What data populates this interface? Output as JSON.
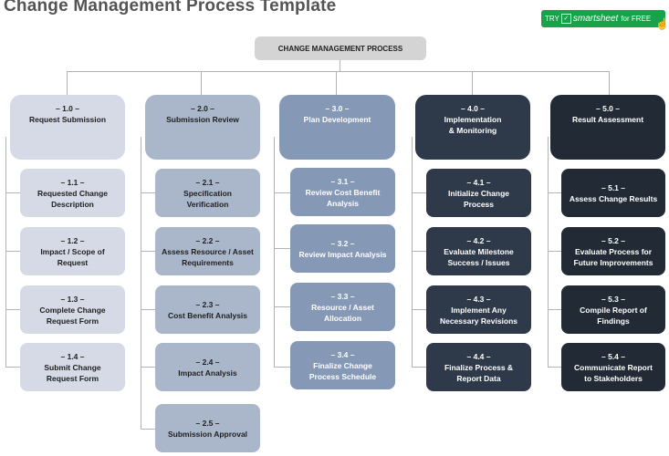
{
  "title": "Change Management Process Template",
  "cta": {
    "try": "TRY",
    "brand": "smartsheet",
    "rest": "for FREE"
  },
  "root": "CHANGE MANAGEMENT PROCESS",
  "columns": [
    {
      "head": {
        "num": "– 1.0 –",
        "label": "Request Submission"
      },
      "items": [
        {
          "num": "– 1.1 –",
          "label": "Requested Change\nDescription"
        },
        {
          "num": "– 1.2 –",
          "label": "Impact / Scope of\nRequest"
        },
        {
          "num": "– 1.3 –",
          "label": "Complete Change\nRequest Form"
        },
        {
          "num": "– 1.4 –",
          "label": "Submit Change\nRequest Form"
        }
      ]
    },
    {
      "head": {
        "num": "– 2.0 –",
        "label": "Submission Review"
      },
      "items": [
        {
          "num": "– 2.1 –",
          "label": "Specification\nVerification"
        },
        {
          "num": "– 2.2 –",
          "label": "Assess Resource / Asset\nRequirements"
        },
        {
          "num": "– 2.3 –",
          "label": "Cost Benefit Analysis"
        },
        {
          "num": "– 2.4 –",
          "label": "Impact Analysis"
        },
        {
          "num": "– 2.5 –",
          "label": "Submission Approval"
        }
      ]
    },
    {
      "head": {
        "num": "– 3.0 –",
        "label": "Plan Development"
      },
      "items": [
        {
          "num": "– 3.1 –",
          "label": "Review Cost Benefit\nAnalysis"
        },
        {
          "num": "– 3.2 –",
          "label": "Review Impact Analysis"
        },
        {
          "num": "– 3.3 –",
          "label": "Resource / Asset\nAllocation"
        },
        {
          "num": "– 3.4 –",
          "label": "Finalize Change\nProcess Schedule"
        }
      ]
    },
    {
      "head": {
        "num": "– 4.0 –",
        "label": "Implementation\n& Monitoring"
      },
      "items": [
        {
          "num": "– 4.1 –",
          "label": "Initialize Change\nProcess"
        },
        {
          "num": "– 4.2 –",
          "label": "Evaluate Milestone\nSuccess / Issues"
        },
        {
          "num": "– 4.3 –",
          "label": "Implement Any\nNecessary Revisions"
        },
        {
          "num": "– 4.4 –",
          "label": "Finalize Process &\nReport Data"
        }
      ]
    },
    {
      "head": {
        "num": "– 5.0 –",
        "label": "Result Assessment"
      },
      "items": [
        {
          "num": "– 5.1 –",
          "label": "Assess Change Results"
        },
        {
          "num": "– 5.2 –",
          "label": "Evaluate Process for\nFuture Improvements"
        },
        {
          "num": "– 5.3 –",
          "label": "Compile Report of\nFindings"
        },
        {
          "num": "– 5.4 –",
          "label": "Communicate Report\nto Stakeholders"
        }
      ]
    }
  ],
  "colors": {
    "col1": "#d5dae6",
    "col2": "#aab7cb",
    "col3": "#8598b6",
    "col4": "#2e3a4a",
    "col5": "#222b35",
    "connector": "#b3b3b3",
    "cta": "#16a34a"
  }
}
